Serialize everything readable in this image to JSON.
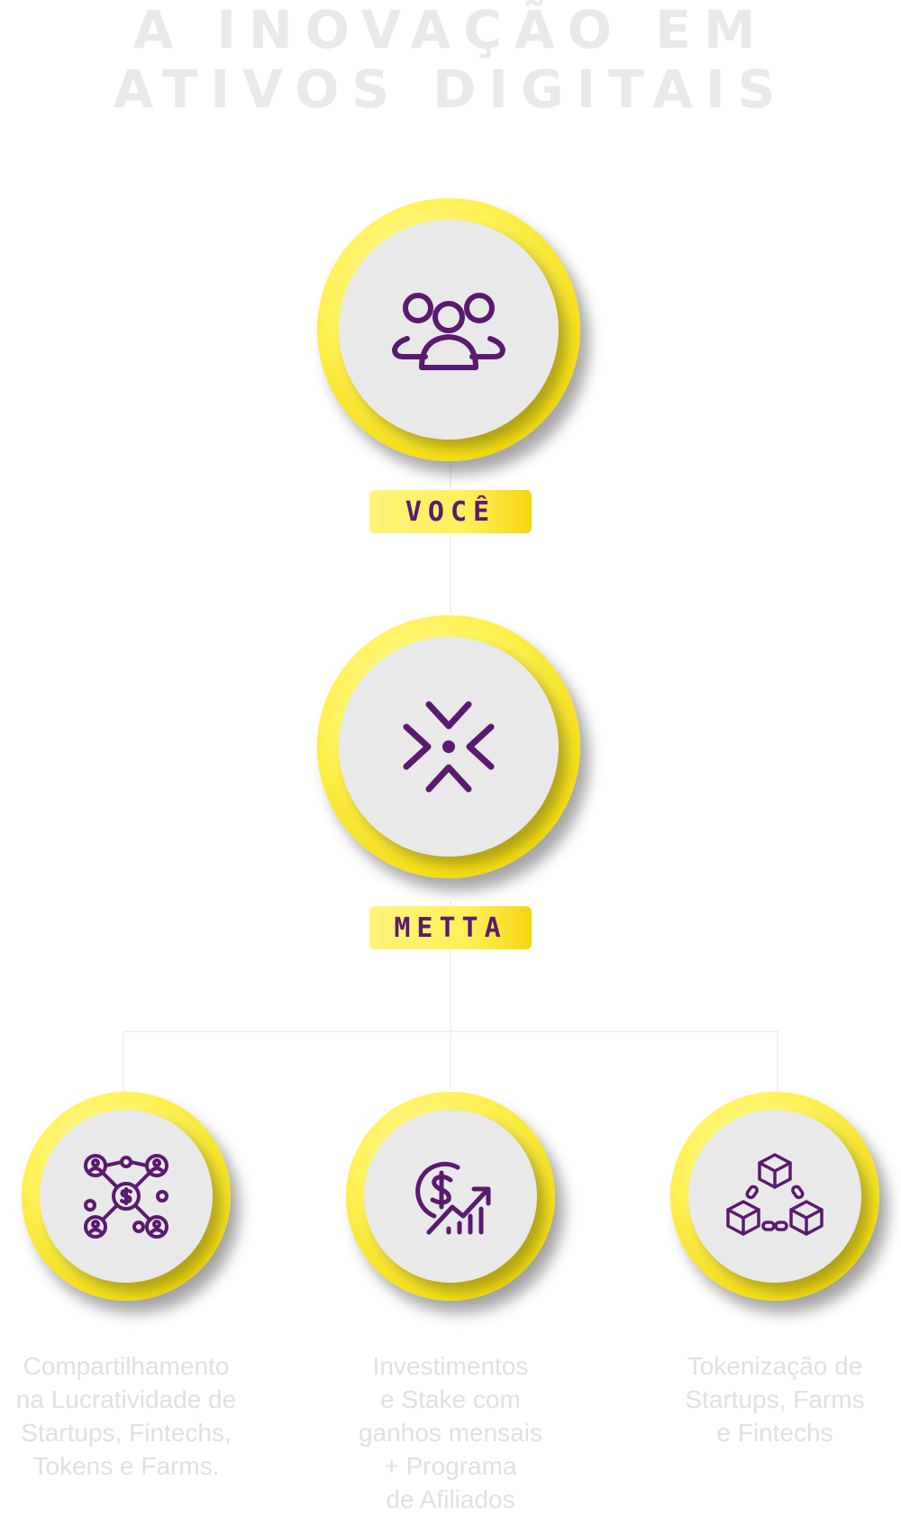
{
  "header": {
    "title_line1": "A INOVAÇÃO EM",
    "title_line2": "ATIVOS DIGITAIS"
  },
  "nodes": {
    "voce": {
      "label": "VOCÊ",
      "icon": "group-icon"
    },
    "metta": {
      "label": "METTA",
      "icon": "metta-logo-icon"
    }
  },
  "features": [
    {
      "icon": "network-money-icon",
      "lines": [
        "Compartilhamento",
        "na Lucratividade de",
        "Startups, Fintechs,",
        "Tokens e Farms."
      ]
    },
    {
      "icon": "dollar-growth-icon",
      "lines": [
        "Investimentos",
        "e Stake com",
        "ganhos mensais",
        "+ Programa",
        "de Afiliados"
      ]
    },
    {
      "icon": "blockchain-icon",
      "lines": [
        "Tokenização de",
        "Startups, Farms",
        "e Fintechs"
      ]
    }
  ],
  "colors": {
    "accent_purple": "#5b1a6f",
    "accent_yellow": "#f7e21a",
    "title_gray": "#e9e9e9",
    "text_gray": "#e0e0e0"
  }
}
